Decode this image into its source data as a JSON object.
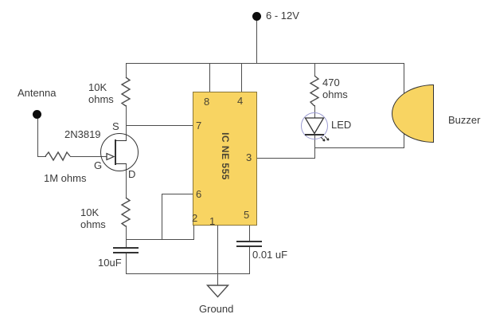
{
  "colors": {
    "wire": "#4d4d4d",
    "component_fill": "#f8d462",
    "component_border": "#8a7637",
    "led_ring": "#9a9ad2",
    "text": "#3a3a3a",
    "terminal_dot": "#0d0d0d"
  },
  "power": {
    "label": "6 - 12V"
  },
  "antenna": {
    "label": "Antenna"
  },
  "transistor": {
    "name": "2N3819",
    "source": "S",
    "gate": "G",
    "drain": "D"
  },
  "resistors": {
    "r1_top": {
      "l1": "10K",
      "l2": "ohms"
    },
    "r2_gate": {
      "label": "1M ohms"
    },
    "r3_bottom": {
      "l1": "10K",
      "l2": "ohms"
    },
    "r4_led": {
      "l1": "470",
      "l2": "ohms"
    }
  },
  "ic": {
    "name": "IC NE 555",
    "pins": [
      "8",
      "4",
      "7",
      "3",
      "6",
      "2",
      "1",
      "5"
    ]
  },
  "led": {
    "label": "LED"
  },
  "buzzer": {
    "label": "Buzzer"
  },
  "capacitors": {
    "c1": {
      "label": "10uF"
    },
    "c2": {
      "label": "0.01 uF"
    }
  },
  "ground": {
    "label": "Ground"
  }
}
